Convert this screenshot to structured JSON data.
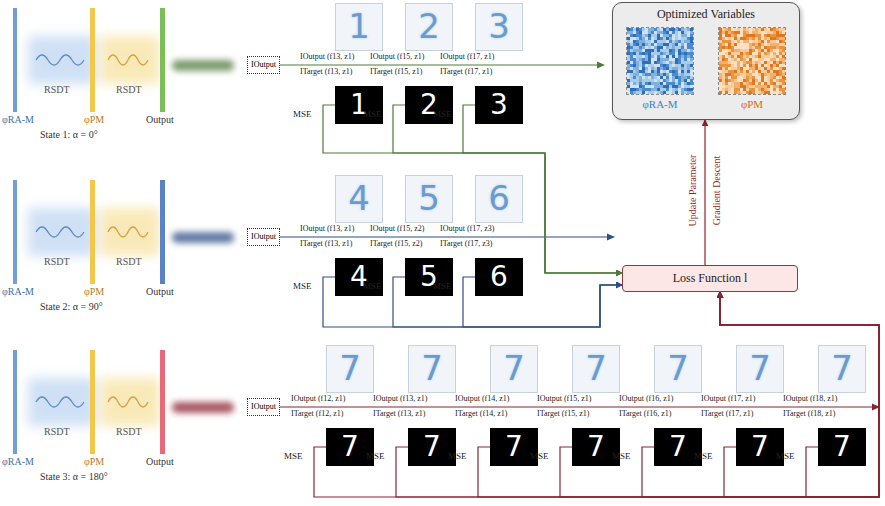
{
  "diagram": {
    "nodes": [
      {
        "text": [
          "Optimized Variables"
        ]
      },
      {
        "text": [
          "φRA-M"
        ],
        "in": 0
      },
      {
        "text": [
          "φPM"
        ],
        "in": 0
      },
      {
        "text": [
          "Loss Function l"
        ]
      },
      {
        "text": [
          "IOutput"
        ]
      },
      {
        "text": [
          "1"
        ]
      },
      {
        "text": [
          "2"
        ]
      },
      {
        "text": [
          "3"
        ]
      },
      {
        "text": [
          "1"
        ]
      },
      {
        "text": [
          "2"
        ]
      },
      {
        "text": [
          "3"
        ]
      },
      {
        "text": [
          "IOutput"
        ]
      },
      {
        "text": [
          "4"
        ]
      },
      {
        "text": [
          "5"
        ]
      },
      {
        "text": [
          "6"
        ]
      },
      {
        "text": [
          "4"
        ]
      },
      {
        "text": [
          "5"
        ]
      },
      {
        "text": [
          "6"
        ]
      },
      {
        "text": [
          "IOutput"
        ]
      },
      {
        "text": [
          "7"
        ]
      },
      {
        "text": [
          "7"
        ]
      },
      {
        "text": [
          "7"
        ]
      },
      {
        "text": [
          "7"
        ]
      },
      {
        "text": [
          "7"
        ]
      },
      {
        "text": [
          "7"
        ]
      },
      {
        "text": [
          "7"
        ]
      },
      {
        "text": [
          "7"
        ]
      },
      {
        "text": [
          "7"
        ]
      },
      {
        "text": [
          "7"
        ]
      },
      {
        "text": [
          "7"
        ]
      },
      {
        "text": [
          "7"
        ]
      },
      {
        "text": [
          "7"
        ]
      },
      {
        "text": [
          "7"
        ]
      }
    ],
    "edges": [
      {
        "from": 3,
        "to": 0,
        "arrow": "to"
      },
      {
        "from": 8,
        "to": 3,
        "arrow": "to"
      },
      {
        "from": 9,
        "to": 3,
        "arrow": "to"
      },
      {
        "from": 10,
        "to": 3,
        "arrow": "to"
      },
      {
        "from": 15,
        "to": 3,
        "arrow": "to"
      },
      {
        "from": 16,
        "to": 3,
        "arrow": "to"
      },
      {
        "from": 17,
        "to": 3,
        "arrow": "to"
      },
      {
        "from": 26,
        "to": 3,
        "arrow": "to"
      },
      {
        "from": 27,
        "to": 3,
        "arrow": "to"
      },
      {
        "from": 28,
        "to": 3,
        "arrow": "to"
      },
      {
        "from": 29,
        "to": 3,
        "arrow": "to"
      },
      {
        "from": 30,
        "to": 3,
        "arrow": "to"
      },
      {
        "from": 31,
        "to": 3,
        "arrow": "to"
      },
      {
        "from": 32,
        "to": 3,
        "arrow": "to"
      }
    ],
    "labels": [
      "RSDT",
      "RSDT",
      "φRA-M",
      "φPM",
      "Output",
      "State 1: α = 0°",
      "IOutput (f13, z1)",
      "ITarget (f13, z1)",
      "MSE",
      "IOutput (f15, z1)",
      "ITarget (f15, z1)",
      "MSE",
      "IOutput (f17, z1)",
      "ITarget (f17, z1)",
      "MSE",
      "RSDT",
      "RSDT",
      "φRA-M",
      "φPM",
      "Output",
      "State 2: α = 90°",
      "IOutput (f13, z1)",
      "ITarget (f13, z1)",
      "MSE",
      "IOutput (f15, z2)",
      "ITarget (f15, z2)",
      "MSE",
      "IOutput (f17, z3)",
      "ITarget (f17, z3)",
      "MSE",
      "RSDT",
      "RSDT",
      "φRA-M",
      "φPM",
      "Output",
      "State 3: α = 180°",
      "IOutput (f12, z1)",
      "ITarget (f12, z1)",
      "MSE",
      "IOutput (f13, z1)",
      "ITarget (f13, z1)",
      "MSE",
      "IOutput (f14, z1)",
      "ITarget (f14, z1)",
      "MSE",
      "IOutput (f15, z1)",
      "ITarget (f15, z1)",
      "MSE",
      "IOutput (f16, z1)",
      "ITarget (f16, z1)",
      "MSE",
      "IOutput (f17, z1)",
      "ITarget (f17, z1)",
      "MSE",
      "IOutput (f18, z1)",
      "ITarget (f18, z1)",
      "MSE",
      "Update Parameter",
      "Gradient Descent"
    ]
  }
}
